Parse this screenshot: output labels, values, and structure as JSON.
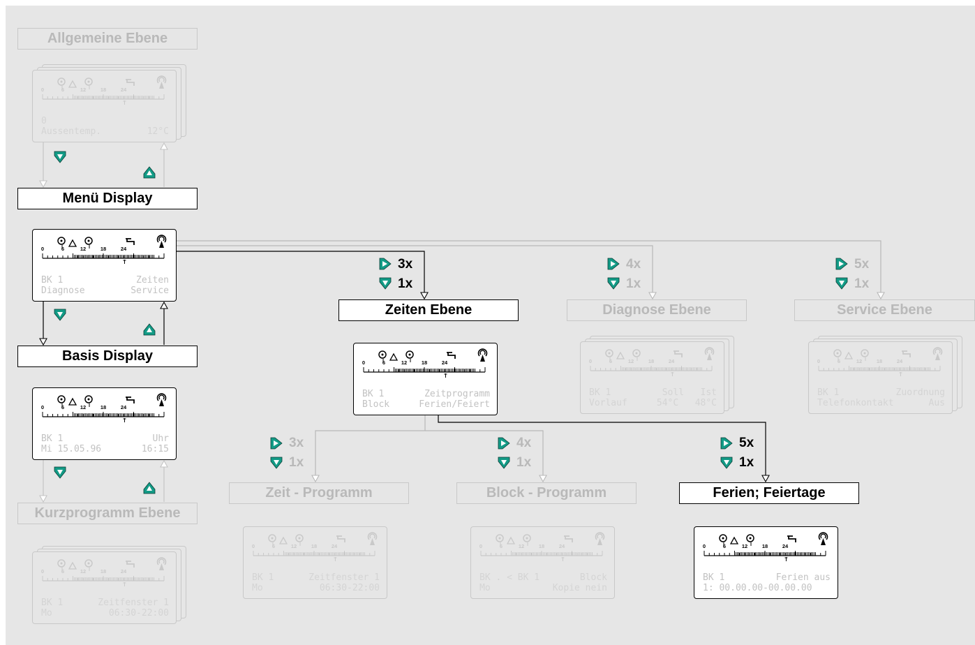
{
  "colors": {
    "accent": "#139b86",
    "background": "#e6e6e6",
    "inactive": "#b9b9b9"
  },
  "icons": {
    "nav_down": "down-arrow-key-icon",
    "nav_up": "up-arrow-key-icon",
    "nav_right": "right-arrow-key-icon"
  },
  "levels": {
    "allgemeine": "Allgemeine Ebene",
    "menu": "Menü Display",
    "basis": "Basis Display",
    "kurzprogramm": "Kurzprogramm Ebene",
    "zeiten": "Zeiten Ebene",
    "diagnose": "Diagnose Ebene",
    "service": "Service Ebene",
    "zeit_programm": "Zeit - Programm",
    "block_programm": "Block - Programm",
    "ferien": "Ferien; Feiertage"
  },
  "scale_ticks": [
    "0",
    "6",
    "12",
    "18",
    "24"
  ],
  "displays": {
    "allgemeine": {
      "line1_left": "0",
      "line1_right": "",
      "line2_left": "Aussentemp.",
      "line2_right": "12°C"
    },
    "menu": {
      "line1_left": "BK 1",
      "line1_right": "Zeiten",
      "line2_left": "Diagnose",
      "line2_right": "Service"
    },
    "basis": {
      "line1_left": "BK 1",
      "line1_right": "Uhr",
      "line2_left": "Mi 15.05.96",
      "line2_right": "16:15"
    },
    "kurzprogramm": {
      "line1_left": "BK 1",
      "line1_right": "Zeitfenster 1",
      "line2_left": "Mo",
      "line2_right": "06:30-22:00"
    },
    "zeiten": {
      "line1_left": "BK 1",
      "line1_right": "Zeitprogramm",
      "line2_left": "Block",
      "line2_right": "Ferien/Feiert"
    },
    "diagnose": {
      "line1_left": "BK 1",
      "line1_right": "Soll   Ist",
      "line2_left": "Vorlauf",
      "line2_right": "54°C   48°C"
    },
    "service": {
      "line1_left": "BK 1",
      "line1_right": "Zuordnung",
      "line2_left": "Telefonkontakt",
      "line2_right": "Aus"
    },
    "zeit_programm": {
      "line1_left": "BK 1",
      "line1_right": "Zeitfenster 1",
      "line2_left": "Mo",
      "line2_right": "06:30-22:00"
    },
    "block_programm": {
      "line1_left": "BK . < BK 1",
      "line1_right": "Block",
      "line2_left": "Mo",
      "line2_right": "Kopie nein"
    },
    "ferien": {
      "line1_left": "BK 1",
      "line1_right": "Ferien aus",
      "line2_left": "1: 00.00.00-00.00.00",
      "line2_right": ""
    }
  },
  "counts": {
    "zeiten": {
      "right": "3x",
      "down": "1x"
    },
    "diagnose": {
      "right": "4x",
      "down": "1x"
    },
    "service": {
      "right": "5x",
      "down": "1x"
    },
    "zeit_programm": {
      "right": "3x",
      "down": "1x"
    },
    "block_programm": {
      "right": "4x",
      "down": "1x"
    },
    "ferien": {
      "right": "5x",
      "down": "1x"
    }
  }
}
